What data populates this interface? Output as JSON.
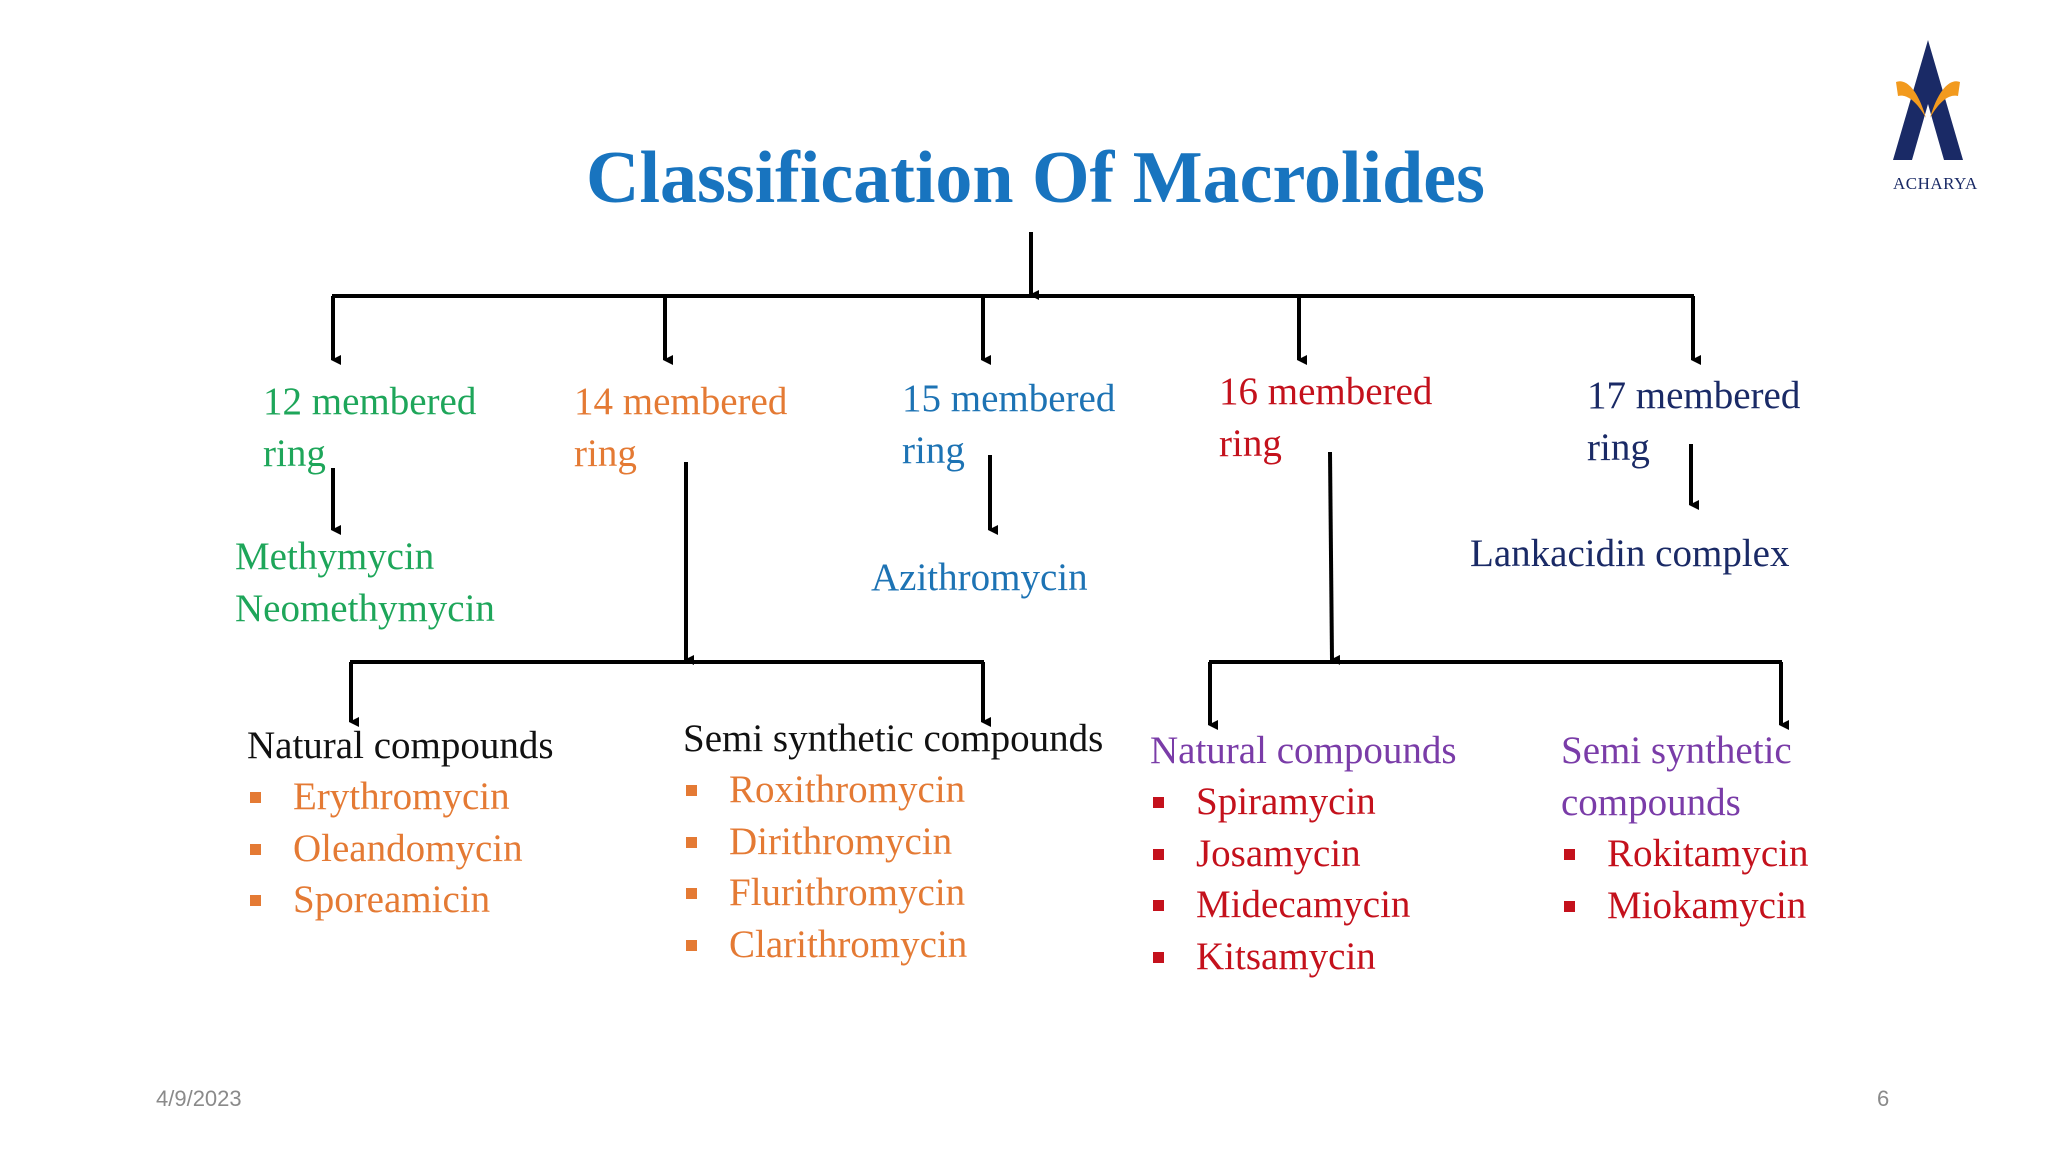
{
  "title": "Classification Of Macrolides",
  "logo": {
    "text": "ACHARYA",
    "icon": "acharya-logo-icon"
  },
  "rings": [
    {
      "line1": "12 membered",
      "line2": "ring",
      "color": "#1ea65a"
    },
    {
      "line1": "14 membered",
      "line2": "ring",
      "color": "#e47a34"
    },
    {
      "line1": "15 membered",
      "line2": "ring",
      "color": "#1d73b4"
    },
    {
      "line1": "16 membered",
      "line2": "ring",
      "color": "#c4111c"
    },
    {
      "line1": "17 membered",
      "line2": "ring",
      "color": "#1a2a66"
    }
  ],
  "ring12_drugs": [
    "Methymycin",
    "Neomethymycin"
  ],
  "ring15_drug": "Azithromycin",
  "ring17_drug": "Lankacidin complex",
  "ring14": {
    "natural": {
      "heading": "Natural compounds",
      "items": [
        "Erythromycin",
        "Oleandomycin",
        "Sporeamicin"
      ]
    },
    "semi": {
      "heading": "Semi synthetic compounds",
      "items": [
        "Roxithromycin",
        "Dirithromycin",
        "Flurithromycin",
        "Clarithromycin"
      ]
    }
  },
  "ring16": {
    "natural": {
      "heading": "Natural compounds",
      "items": [
        "Spiramycin",
        "Josamycin",
        "Midecamycin",
        "Kitsamycin"
      ]
    },
    "semi": {
      "heading_line1": "Semi synthetic",
      "heading_line2": "compounds",
      "items": [
        "Rokitamycin",
        "Miokamycin"
      ]
    }
  },
  "footer": {
    "date": "4/9/2023",
    "page": "6"
  }
}
